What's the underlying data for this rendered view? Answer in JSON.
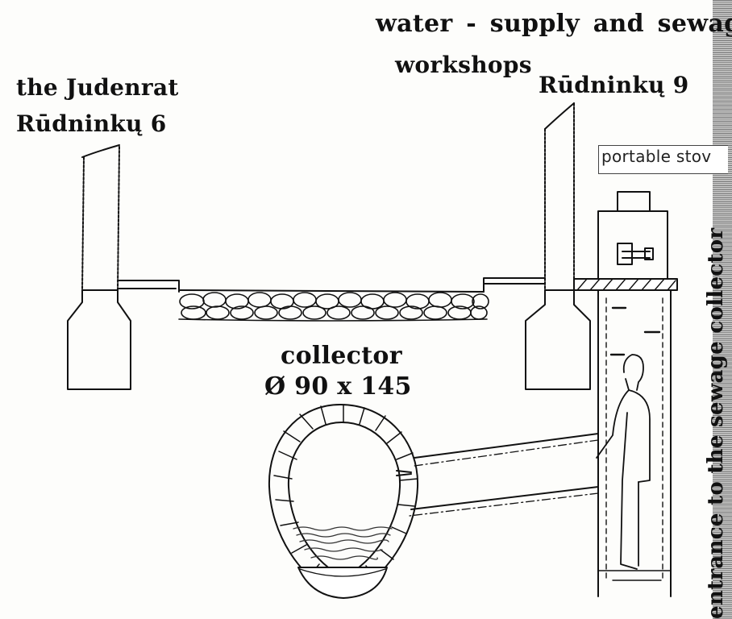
{
  "labels": {
    "water_supply": "water - supply and sewage",
    "workshops": "workshops",
    "rudninku_9": "Rūdninkų 9",
    "judenrat": "the Judenrat",
    "rudninku_6": "Rūdninkų 6",
    "collector": "collector",
    "collector_size": "Ø 90 x 145",
    "portable_stove": "portable stov",
    "entrance": "entrance to the sewage collector"
  },
  "colors": {
    "ink": "#111111",
    "paper": "#fdfdfb",
    "water": "#333333"
  }
}
